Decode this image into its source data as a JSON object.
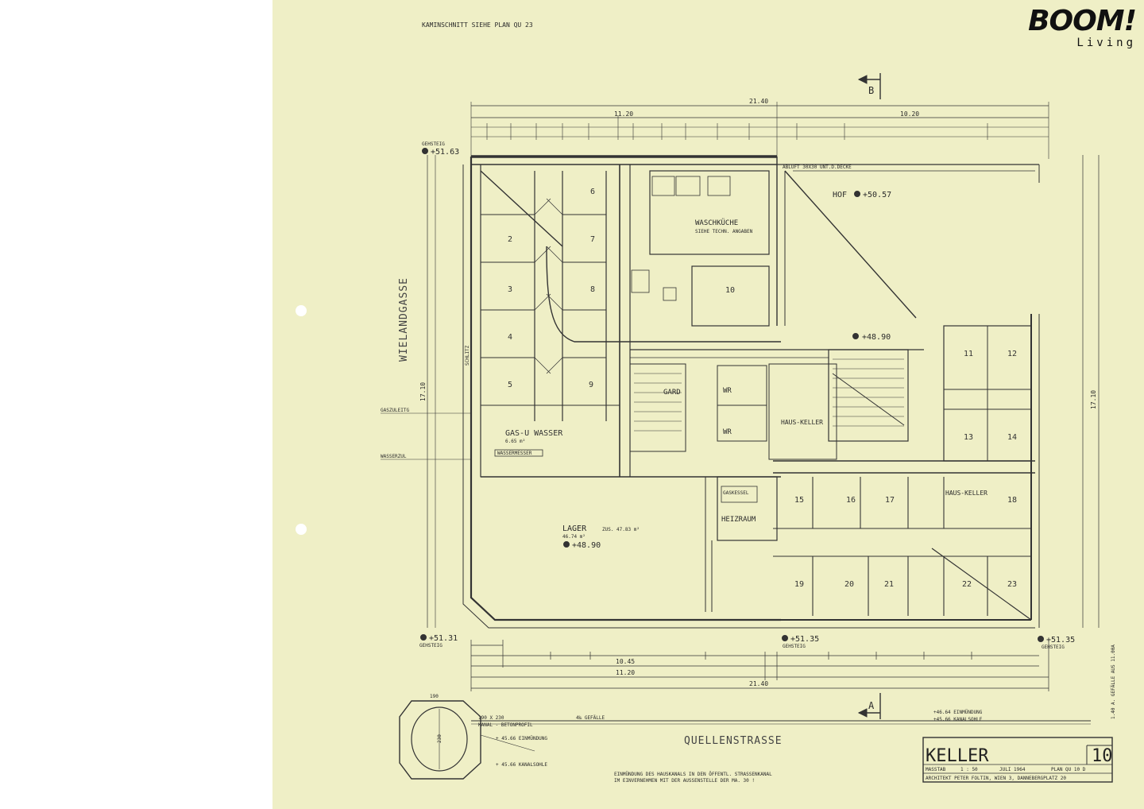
{
  "brand": {
    "name": "BOOM!",
    "sub": "Living"
  },
  "header_note": "KAMINSCHNITT SIEHE PLAN QU 23",
  "streets": {
    "west": "WIELANDGASSE",
    "south": "QUELLENSTRASSE"
  },
  "section_marks": {
    "top": "B",
    "bottom": "A"
  },
  "rooms": {
    "r2": "2",
    "r3": "3",
    "r4": "4",
    "r5": "5",
    "r6": "6",
    "r7": "7",
    "r8": "8",
    "r9": "9",
    "r10": "10",
    "r11": "11",
    "r12": "12",
    "r13": "13",
    "r14": "14",
    "r15": "15",
    "r16": "16",
    "r17": "17",
    "r18": "18",
    "r19": "19",
    "r20": "20",
    "r21": "21",
    "r22": "22",
    "r23": "23"
  },
  "labels": {
    "waschkueche": "WASCHKÜCHE",
    "waschkueche_note": "SIEHE TECHN. ANGABEN",
    "hof": "HOF",
    "hof_level": "+50.57",
    "gas_wasser": "GAS-U WASSER",
    "gas_wasser_area": "6.65 m²",
    "lager": "LAGER",
    "lager_area": "46.74 m²",
    "lager_level": "+48.90",
    "lager_extra": "ZUS. 47.83 m²",
    "gard": "GARD",
    "wr1": "WR",
    "wr2": "WR",
    "hauskeller1": "HAUS-KELLER",
    "hauskeller2": "HAUS-KELLER",
    "heizraum": "HEIZRAUM",
    "gaskessel": "GASKESSEL",
    "center_level": "+48.90",
    "gehsteig_tl": "GEHSTEIG",
    "level_tl": "+51.63",
    "gehsteig_bl": "GEHSTEIG",
    "level_bl": "+51.31",
    "gehsteig_bc": "GEHSTEIG",
    "level_bc": "+51.35",
    "gehsteig_br": "GEHSTEIG",
    "level_br": "+51.35",
    "abluft": "ABLUFT 30X30 UNT.D.DECKE",
    "schlitz": "SCHLITZ",
    "gaszuleitung": "GASZULEITG",
    "wasserzul": "WASSERZUL",
    "wassermesser": "WASSERMESSER"
  },
  "dimensions": {
    "total_width": "21.40",
    "top_left": "11.20",
    "top_right": "10.20",
    "bottom_left": "11.20",
    "bottom_right": "10.45",
    "total_bottom": "21.40",
    "left_height": "17.10",
    "right_height": "17.10"
  },
  "profile": {
    "size": "190 X 230",
    "type": "KANAL - BETONPROFIL",
    "gefaelle": "4‰ GEFÄLLE",
    "einmuendung": "+ 45.66 EINMÜNDUNG",
    "kanalsohle": "+ 45.66 KANALSOHLE",
    "w": "190",
    "h": "230"
  },
  "right_levels": {
    "einmuendung": "+46.64 EINMÜNDUNG",
    "kanalsohle": "+45.66 KANALSOHLE"
  },
  "footer_note_1": "EINMÜNDUNG DES HAUSKANALS IN DEN ÖFFENTL. STRASSENKANAL",
  "footer_note_2": "IM EINVERNEHMEN MIT DER AUSSENSTELLE DER MA. 30 !",
  "titleblock": {
    "title": "KELLER",
    "sheet": "10",
    "massstab_label": "MASSTAB",
    "massstab": "1 : 50",
    "date": "JULI 1964",
    "plan": "PLAN QU 10 D",
    "architect": "ARCHITEKT PETER FOLTIN, WIEN 3, DANNEBERGPLATZ 20"
  },
  "right_side_note": "1.40 A. GEFÄLLE AUS 11.00A"
}
